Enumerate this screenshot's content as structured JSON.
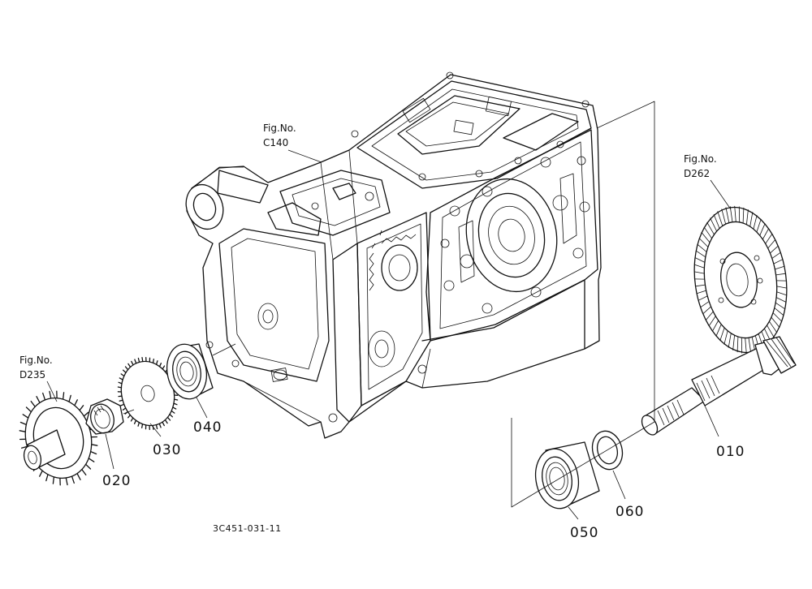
{
  "figure_refs": {
    "c140": {
      "line1": "Fig.No.",
      "line2": "C140"
    },
    "d262": {
      "line1": "Fig.No.",
      "line2": "D262"
    },
    "d235": {
      "line1": "Fig.No.",
      "line2": "D235"
    }
  },
  "parts": {
    "p010": "010",
    "p020": "020",
    "p030": "030",
    "p040": "040",
    "p050": "050",
    "p060": "060"
  },
  "drawing_code": "3C451-031-11"
}
